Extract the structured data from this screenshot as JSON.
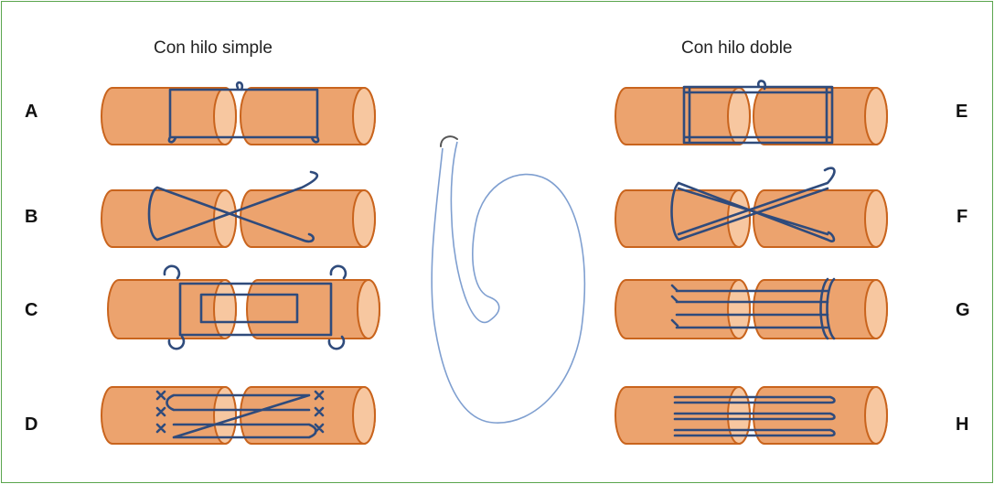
{
  "headings": {
    "simple": "Con hilo simple",
    "double": "Con hilo doble"
  },
  "rows": {
    "left": [
      "A",
      "B",
      "C",
      "D"
    ],
    "right": [
      "E",
      "F",
      "G",
      "H"
    ]
  },
  "colors": {
    "tube": "#eca36e",
    "tube_outline": "#c9641d",
    "tube_cap": "#f7c7a0",
    "suture": "#2f4b7c",
    "needle_thread": "#7f9fd0",
    "frame_border": "#5aa54d"
  }
}
